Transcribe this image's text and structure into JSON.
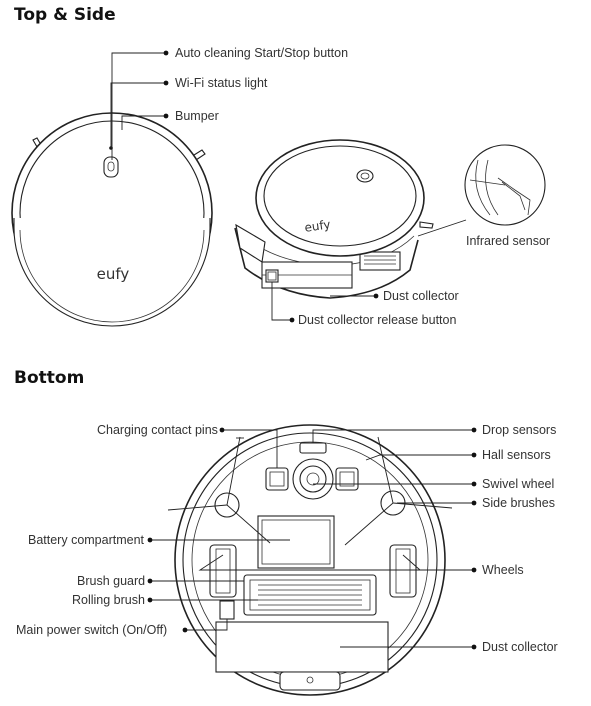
{
  "sections": {
    "top_side": "Top & Side",
    "bottom": "Bottom"
  },
  "brand": "eufy",
  "labels": {
    "auto_clean": "Auto cleaning Start/Stop button",
    "wifi_light": "Wi-Fi status light",
    "bumper": "Bumper",
    "infrared": "Infrared sensor",
    "dust_collector_side": "Dust collector",
    "dust_release": "Dust collector release button",
    "charging_pins": "Charging contact pins",
    "drop_sensors": "Drop sensors",
    "hall_sensors": "Hall sensors",
    "swivel_wheel": "Swivel wheel",
    "side_brushes": "Side brushes",
    "battery": "Battery compartment",
    "wheels": "Wheels",
    "brush_guard": "Brush guard",
    "rolling_brush": "Rolling brush",
    "power_switch": "Main power switch (On/Off)",
    "dust_collector_bottom": "Dust collector"
  }
}
